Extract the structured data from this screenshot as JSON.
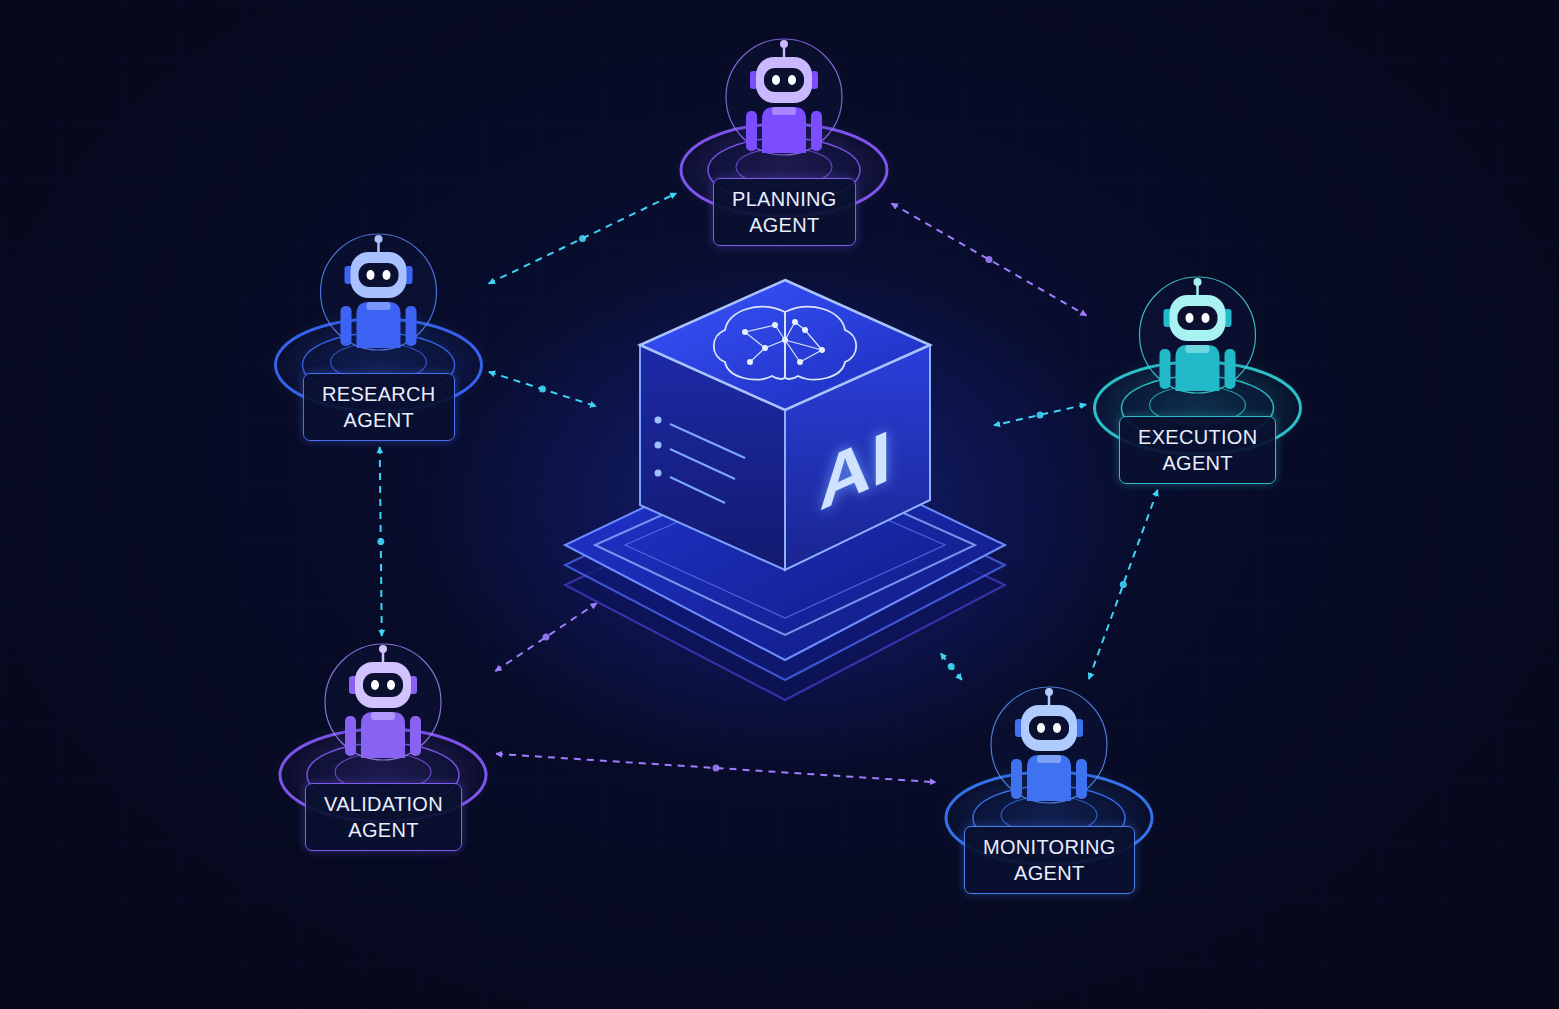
{
  "diagram": {
    "nodes": [
      {
        "text": [
          "PLANNING AGENT"
        ]
      },
      {
        "text": [
          "RESEARCH AGENT"
        ]
      },
      {
        "text": [
          "AI"
        ]
      },
      {
        "text": [
          "EXECUTION AGENT"
        ]
      },
      {
        "text": [
          "VALIDATION AGENT"
        ]
      },
      {
        "text": [
          "MONITORING AGENT"
        ]
      }
    ],
    "edges": [
      {
        "from": 1,
        "to": 0,
        "arrow": "both"
      },
      {
        "from": 0,
        "to": 3,
        "arrow": "both"
      },
      {
        "from": 1,
        "to": 2,
        "arrow": "both"
      },
      {
        "from": 3,
        "to": 2,
        "arrow": "both"
      },
      {
        "from": 1,
        "to": 4,
        "arrow": "both"
      },
      {
        "from": 3,
        "to": 5,
        "arrow": "both"
      },
      {
        "from": 4,
        "to": 2,
        "arrow": "both"
      },
      {
        "from": 5,
        "to": 2,
        "arrow": "both"
      },
      {
        "from": 4,
        "to": 5,
        "arrow": "both"
      }
    ]
  }
}
